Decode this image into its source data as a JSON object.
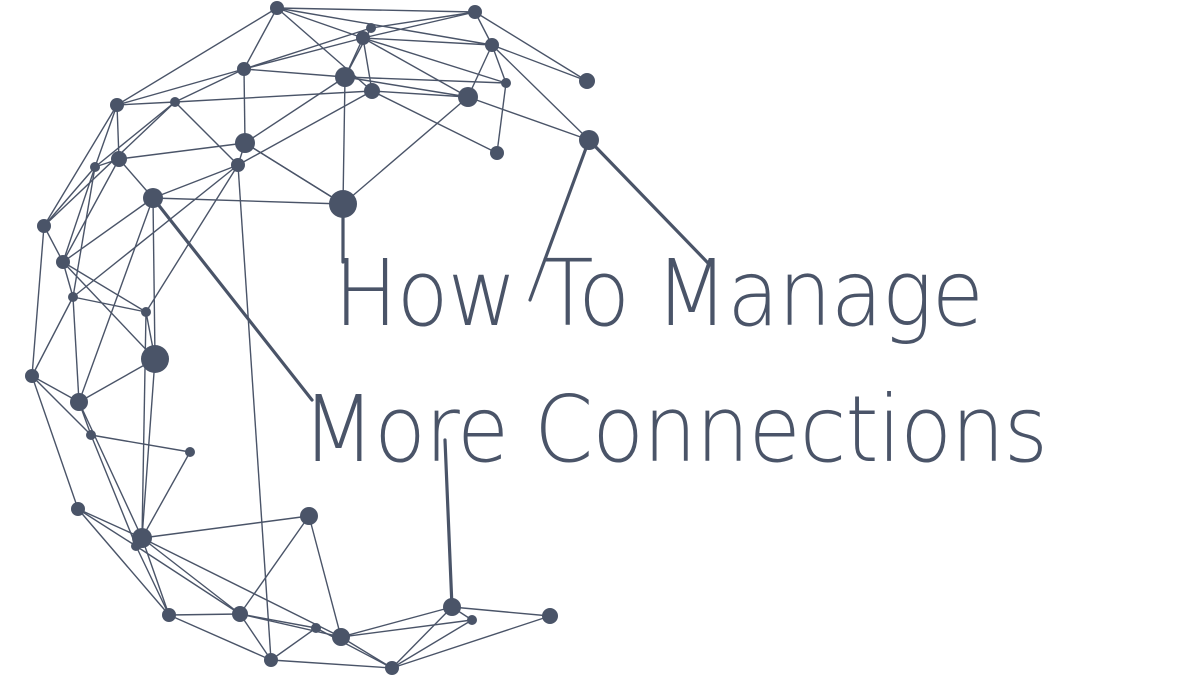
{
  "title": {
    "line1": "How To Manage",
    "line2": "More Connections"
  },
  "colors": {
    "ink": "#4a5468",
    "background": "#ffffff"
  },
  "graphic": {
    "icon": "network-sphere-icon",
    "nodes": [
      [
        277,
        8,
        7
      ],
      [
        475,
        12,
        7
      ],
      [
        371,
        28,
        5
      ],
      [
        363,
        38,
        7
      ],
      [
        492,
        45,
        7
      ],
      [
        587,
        81,
        8
      ],
      [
        244,
        69,
        7
      ],
      [
        345,
        77,
        10
      ],
      [
        506,
        83,
        5
      ],
      [
        372,
        91,
        8
      ],
      [
        468,
        97,
        10
      ],
      [
        117,
        105,
        7
      ],
      [
        175,
        102,
        5
      ],
      [
        497,
        153,
        7
      ],
      [
        589,
        140,
        10
      ],
      [
        245,
        143,
        10
      ],
      [
        119,
        159,
        8
      ],
      [
        95,
        167,
        5
      ],
      [
        238,
        165,
        7
      ],
      [
        153,
        198,
        10
      ],
      [
        343,
        204,
        14
      ],
      [
        44,
        226,
        7
      ],
      [
        63,
        262,
        7
      ],
      [
        73,
        297,
        5
      ],
      [
        146,
        312,
        5
      ],
      [
        155,
        359,
        14
      ],
      [
        32,
        376,
        7
      ],
      [
        79,
        402,
        9
      ],
      [
        91,
        435,
        5
      ],
      [
        190,
        452,
        5
      ],
      [
        78,
        509,
        7
      ],
      [
        142,
        538,
        10
      ],
      [
        136,
        546,
        5
      ],
      [
        309,
        516,
        9
      ],
      [
        169,
        615,
        7
      ],
      [
        240,
        614,
        8
      ],
      [
        316,
        628,
        5
      ],
      [
        341,
        637,
        9
      ],
      [
        271,
        660,
        7
      ],
      [
        392,
        668,
        7
      ],
      [
        452,
        607,
        9
      ],
      [
        472,
        620,
        5
      ],
      [
        550,
        616,
        8
      ]
    ],
    "edges": [
      [
        0,
        1
      ],
      [
        0,
        3
      ],
      [
        0,
        4
      ],
      [
        0,
        6
      ],
      [
        0,
        11
      ],
      [
        0,
        9
      ],
      [
        1,
        4
      ],
      [
        1,
        5
      ],
      [
        1,
        3
      ],
      [
        1,
        2
      ],
      [
        2,
        7
      ],
      [
        2,
        6
      ],
      [
        3,
        4
      ],
      [
        3,
        6
      ],
      [
        3,
        7
      ],
      [
        3,
        9
      ],
      [
        3,
        8
      ],
      [
        3,
        10
      ],
      [
        4,
        10
      ],
      [
        4,
        8
      ],
      [
        4,
        14
      ],
      [
        4,
        5
      ],
      [
        6,
        7
      ],
      [
        6,
        12
      ],
      [
        6,
        11
      ],
      [
        6,
        15
      ],
      [
        7,
        10
      ],
      [
        7,
        20
      ],
      [
        7,
        8
      ],
      [
        7,
        15
      ],
      [
        8,
        13
      ],
      [
        9,
        10
      ],
      [
        9,
        13
      ],
      [
        9,
        12
      ],
      [
        9,
        18
      ],
      [
        10,
        14
      ],
      [
        10,
        20
      ],
      [
        11,
        16
      ],
      [
        11,
        12
      ],
      [
        11,
        21
      ],
      [
        11,
        17
      ],
      [
        12,
        17
      ],
      [
        12,
        18
      ],
      [
        12,
        21
      ],
      [
        15,
        16
      ],
      [
        15,
        18
      ],
      [
        15,
        20
      ],
      [
        16,
        17
      ],
      [
        16,
        19
      ],
      [
        16,
        22
      ],
      [
        17,
        21
      ],
      [
        17,
        22
      ],
      [
        17,
        23
      ],
      [
        18,
        19
      ],
      [
        18,
        23
      ],
      [
        18,
        24
      ],
      [
        19,
        20
      ],
      [
        19,
        22
      ],
      [
        19,
        25
      ],
      [
        19,
        27
      ],
      [
        21,
        22
      ],
      [
        21,
        26
      ],
      [
        22,
        23
      ],
      [
        22,
        24
      ],
      [
        22,
        25
      ],
      [
        23,
        24
      ],
      [
        23,
        26
      ],
      [
        23,
        27
      ],
      [
        24,
        25
      ],
      [
        24,
        31
      ],
      [
        25,
        27
      ],
      [
        25,
        31
      ],
      [
        26,
        27
      ],
      [
        26,
        28
      ],
      [
        26,
        30
      ],
      [
        27,
        28
      ],
      [
        27,
        31
      ],
      [
        28,
        29
      ],
      [
        28,
        32
      ],
      [
        29,
        31
      ],
      [
        30,
        31
      ],
      [
        30,
        34
      ],
      [
        30,
        32
      ],
      [
        31,
        33
      ],
      [
        31,
        34
      ],
      [
        31,
        35
      ],
      [
        31,
        37
      ],
      [
        32,
        34
      ],
      [
        32,
        35
      ],
      [
        33,
        35
      ],
      [
        33,
        37
      ],
      [
        34,
        35
      ],
      [
        34,
        38
      ],
      [
        35,
        36
      ],
      [
        35,
        38
      ],
      [
        35,
        37
      ],
      [
        36,
        38
      ],
      [
        36,
        39
      ],
      [
        37,
        39
      ],
      [
        37,
        40
      ],
      [
        37,
        41
      ],
      [
        38,
        39
      ],
      [
        39,
        40
      ],
      [
        39,
        41
      ],
      [
        39,
        42
      ],
      [
        40,
        42
      ],
      [
        40,
        41
      ],
      [
        18,
        38
      ],
      [
        20,
        15
      ]
    ],
    "thick_edges": [
      [
        343,
        204,
        343,
        262
      ],
      [
        153,
        198,
        312,
        400
      ],
      [
        589,
        140,
        530,
        300
      ],
      [
        589,
        140,
        708,
        263
      ],
      [
        445,
        440,
        452,
        607
      ]
    ]
  }
}
